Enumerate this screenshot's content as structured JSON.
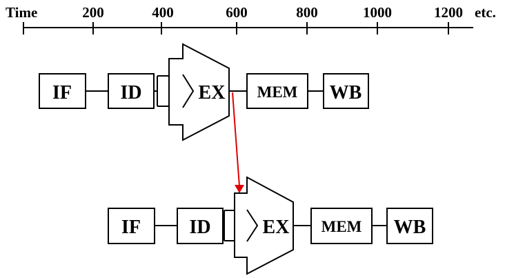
{
  "timeline": {
    "label": "Time",
    "ticks": [
      "200",
      "400",
      "600",
      "800",
      "1000",
      "1200"
    ],
    "suffix": "etc."
  },
  "pipelines": [
    {
      "stages": {
        "if": "IF",
        "id": "ID",
        "ex": "EX",
        "mem": "MEM",
        "wb": "WB"
      }
    },
    {
      "stages": {
        "if": "IF",
        "id": "ID",
        "ex": "EX",
        "mem": "MEM",
        "wb": "WB"
      }
    }
  ],
  "forwarding_arrow": {
    "color": "#e00000",
    "from": "EX",
    "to": "EX"
  }
}
